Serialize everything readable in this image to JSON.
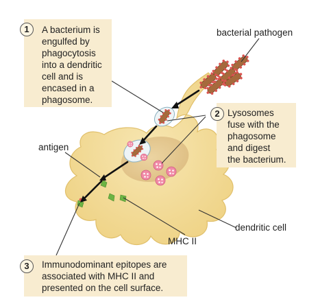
{
  "callouts": [
    {
      "number": "1",
      "text": "A bacterium is\nengulfed by\nphagocytosis\ninto a dendritic\ncell and is\nencased in a\nphagosome."
    },
    {
      "number": "2",
      "text": "Lysosomes\nfuse with the\nphagosome\nand digest\nthe bacterium."
    },
    {
      "number": "3",
      "text": "Immunodominant epitopes are\nassociated with MHC II and\npresented on the cell surface."
    }
  ],
  "labels": {
    "pathogen": "bacterial pathogen",
    "antigen": "antigen",
    "mhc": "MHC II",
    "cell": "dendritic cell"
  },
  "colors": {
    "callout_bg": "#f8ecd0",
    "cell_fill": "#f3dc98",
    "nucleus_fill": "#e3c48c",
    "bacterium": "#a56a3c",
    "lysosome": "#f08aa6",
    "mhc": "#6cb444"
  }
}
